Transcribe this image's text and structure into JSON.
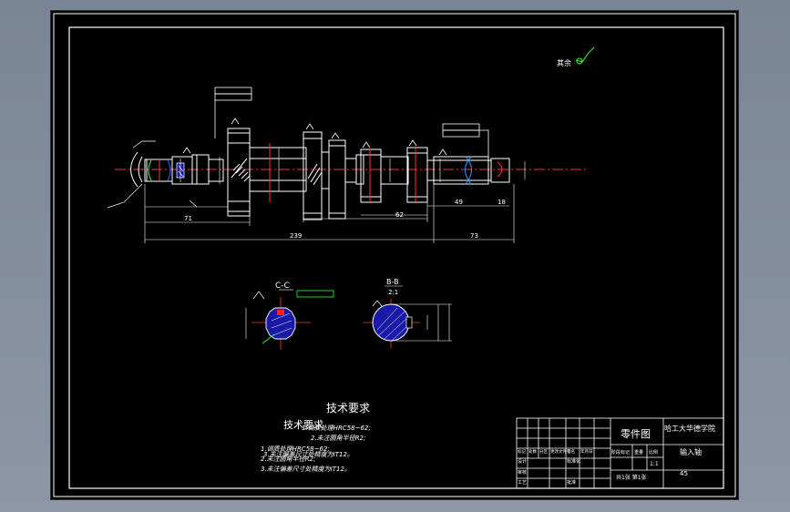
{
  "colors": {
    "background": "#000000",
    "line": "#ffffff",
    "dimension": "#ffffff",
    "centerline": "#ff3333",
    "hatch": "#ffffff",
    "section_fill": "#1a1aa8",
    "red_part": "#ff2020",
    "green": "#33ff33",
    "shaft_fill": "#d8d8d8"
  },
  "surface_finish": {
    "note": "其余"
  },
  "sections": {
    "cc_label": "C-C",
    "bb_label": "B-B",
    "bb_scale": "2:1"
  },
  "tech_requirements": {
    "title": "技术要求",
    "title_overlap": "技术要求",
    "lines": [
      "1.调质处理HRC58~62;",
      "2.未注圆角半径R2;",
      "1.调质处理HRC58~62;",
      "2.未注圆角半径R2;",
      "3.未注偏差尺寸处精度为IT12。",
      "3.未注偏差尺寸处精度为IT12。"
    ]
  },
  "title_block": {
    "drawing_type": "零件图",
    "school": "哈工大华德学院",
    "part_name": "输入轴",
    "labels": [
      "阶段标记",
      "重量",
      "比例"
    ],
    "scale": "1:1",
    "sheets": "共1张 第1张",
    "material": "45",
    "left_headers": [
      "标记",
      "处数",
      "分区",
      "更改文件号",
      "签名",
      "年月日"
    ],
    "left_roles": [
      "设计",
      "审核",
      "工艺"
    ],
    "left_values": [
      "标准化",
      "批准"
    ]
  },
  "dimensions": {
    "overall": "239",
    "left_group": "71",
    "right_group": "73",
    "right_span": "62",
    "right_tail": "49",
    "end": "18"
  }
}
